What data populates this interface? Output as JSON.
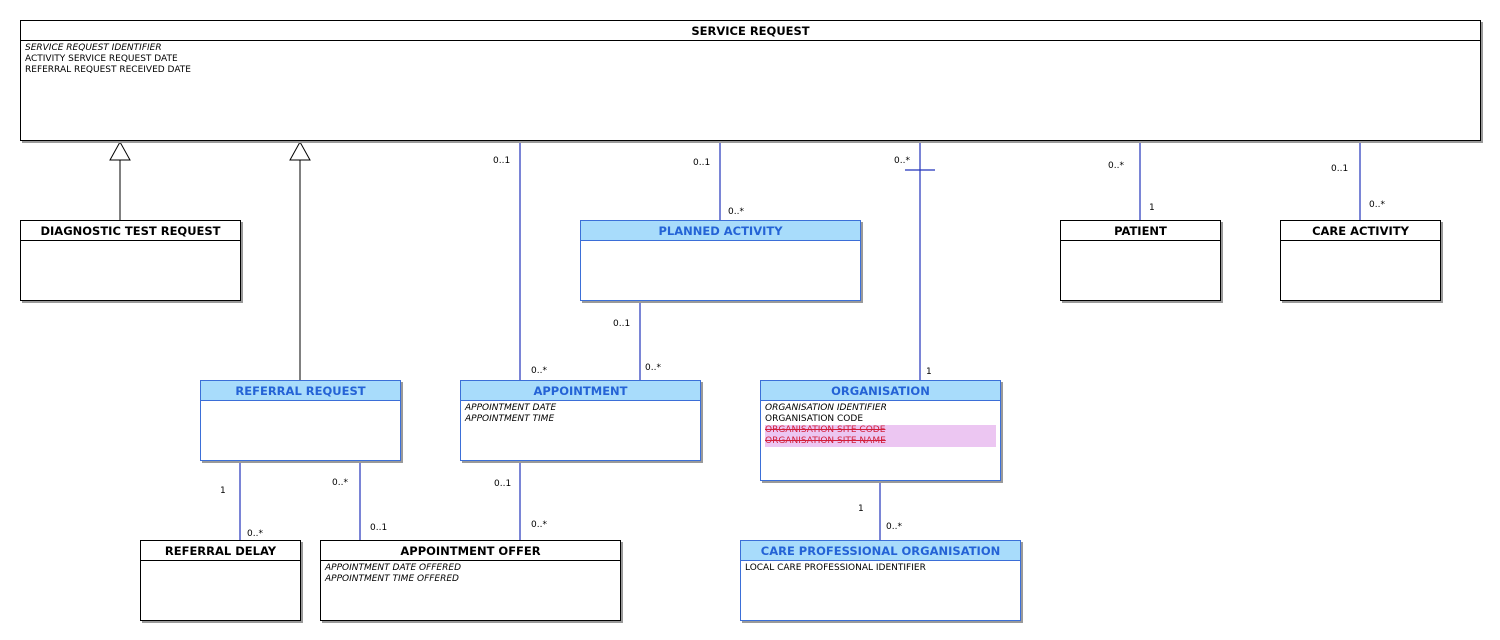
{
  "entities": [
    {
      "id": "service-request",
      "name": "SERVICE REQUEST",
      "attributes": [
        {
          "text": "SERVICE REQUEST IDENTIFIER",
          "style": "italic"
        },
        {
          "text": "ACTIVITY SERVICE REQUEST DATE",
          "style": "normal"
        },
        {
          "text": "REFERRAL REQUEST RECEIVED DATE",
          "style": "normal"
        }
      ]
    },
    {
      "id": "diagnostic-test-request",
      "name": "DIAGNOSTIC TEST REQUEST",
      "attributes": []
    },
    {
      "id": "planned-activity",
      "name": "PLANNED ACTIVITY",
      "attributes": []
    },
    {
      "id": "patient",
      "name": "PATIENT",
      "attributes": []
    },
    {
      "id": "care-activity",
      "name": "CARE ACTIVITY",
      "attributes": []
    },
    {
      "id": "referral-request",
      "name": "REFERRAL REQUEST",
      "attributes": []
    },
    {
      "id": "appointment",
      "name": "APPOINTMENT",
      "attributes": [
        {
          "text": "APPOINTMENT DATE",
          "style": "italic"
        },
        {
          "text": "APPOINTMENT TIME",
          "style": "italic"
        }
      ]
    },
    {
      "id": "organisation",
      "name": "ORGANISATION",
      "attributes": [
        {
          "text": "ORGANISATION IDENTIFIER",
          "style": "italic"
        },
        {
          "text": "ORGANISATION CODE",
          "style": "normal"
        },
        {
          "text": "ORGANISATION SITE CODE",
          "style": "strike"
        },
        {
          "text": "ORGANISATION SITE NAME",
          "style": "strike"
        }
      ]
    },
    {
      "id": "referral-delay",
      "name": "REFERRAL DELAY",
      "attributes": []
    },
    {
      "id": "appointment-offer",
      "name": "APPOINTMENT OFFER",
      "attributes": [
        {
          "text": "APPOINTMENT DATE OFFERED",
          "style": "italic"
        },
        {
          "text": "APPOINTMENT TIME OFFERED",
          "style": "italic"
        }
      ]
    },
    {
      "id": "care-professional-organisation",
      "name": "CARE PROFESSIONAL ORGANISATION",
      "attributes": [
        {
          "text": "LOCAL CARE PROFESSIONAL IDENTIFIER",
          "style": "normal"
        }
      ]
    }
  ],
  "relationships": [
    {
      "id": "sr-appointment",
      "from": "service-request",
      "to": "appointment",
      "from_mult": "0..1",
      "to_mult": "0..*"
    },
    {
      "id": "sr-planned",
      "from": "service-request",
      "to": "planned-activity",
      "from_mult": "0..1",
      "to_mult": "0..*"
    },
    {
      "id": "sr-organisation",
      "from": "service-request",
      "to": "organisation",
      "from_mult": "0..*",
      "to_mult": "1"
    },
    {
      "id": "sr-patient",
      "from": "service-request",
      "to": "patient",
      "from_mult": "0..*",
      "to_mult": "1"
    },
    {
      "id": "sr-care-activity",
      "from": "service-request",
      "to": "care-activity",
      "from_mult": "0..1",
      "to_mult": "0..*"
    },
    {
      "id": "planned-appointment",
      "from": "planned-activity",
      "to": "appointment",
      "from_mult": "0..1",
      "to_mult": "0..*"
    },
    {
      "id": "referral-delay-rel",
      "from": "referral-request",
      "to": "referral-delay",
      "from_mult": "1",
      "to_mult": "0..*"
    },
    {
      "id": "referral-offer",
      "from": "referral-request",
      "to": "appointment-offer",
      "from_mult": "0..*",
      "to_mult": "0..1"
    },
    {
      "id": "appointment-offer-rel",
      "from": "appointment",
      "to": "appointment-offer",
      "from_mult": "0..1",
      "to_mult": "0..*"
    },
    {
      "id": "org-cpo",
      "from": "organisation",
      "to": "care-professional-organisation",
      "from_mult": "1",
      "to_mult": "0..*"
    }
  ],
  "generalizations": [
    {
      "id": "gen-diagnostic",
      "child": "diagnostic-test-request",
      "parent": "service-request"
    },
    {
      "id": "gen-referral",
      "child": "referral-request",
      "parent": "service-request"
    }
  ],
  "colors": {
    "line": "#2233bb",
    "highlight_header": "#a8dcfb",
    "highlight_text": "#2463d6",
    "strike_text": "#d21d3a",
    "strike_bg": "#ecc6f2"
  }
}
